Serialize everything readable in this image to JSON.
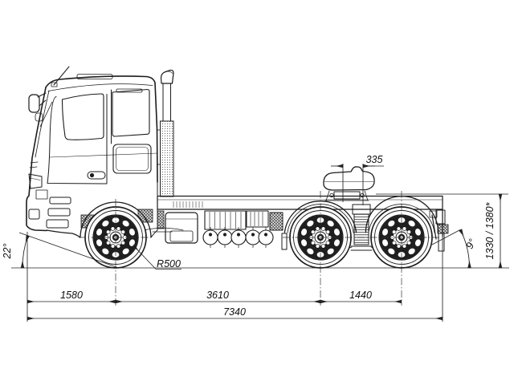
{
  "drawing": {
    "labels": {
      "fifth_wheel_lead": "335",
      "front_overhang": "1580",
      "wheelbase": "3610",
      "bogie_base": "1440",
      "overall_length": "7340",
      "saddle_height": "1330 / 1380*",
      "approach_angle": "22°",
      "departure_angle": "9°",
      "radius_note": "R500"
    },
    "colors": {
      "line": "#1c1c1c",
      "dimension": "#222222",
      "background": "#ffffff"
    }
  }
}
